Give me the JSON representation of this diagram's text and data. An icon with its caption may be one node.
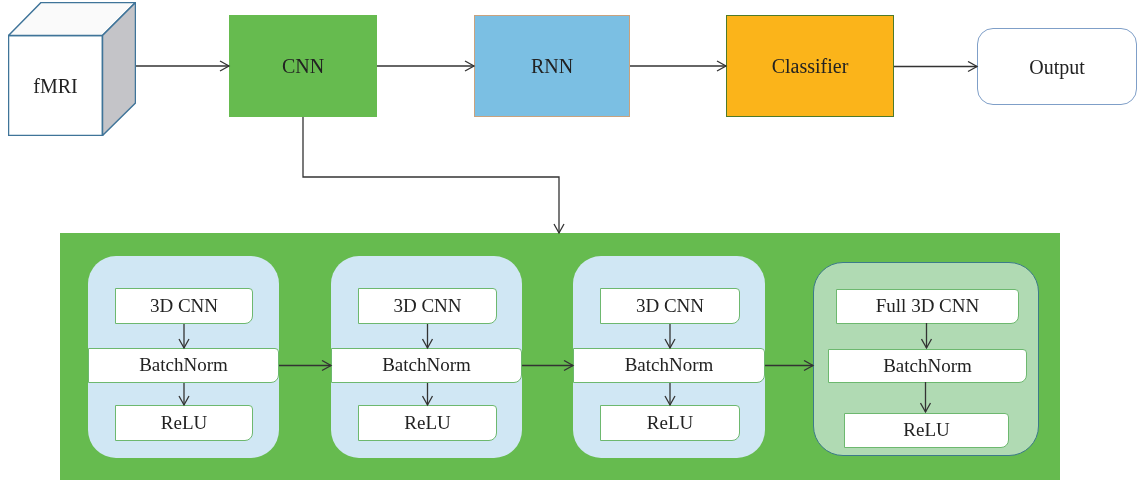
{
  "diagram": {
    "nodes": [
      {
        "text": [
          "fMRI"
        ]
      },
      {
        "text": [
          "CNN"
        ]
      },
      {
        "text": [
          "RNN"
        ]
      },
      {
        "text": [
          "Classifier"
        ]
      },
      {
        "text": [
          "Output"
        ]
      },
      {
        "text": [],
        "shape": "box"
      },
      {
        "text": [],
        "shape": "box",
        "in": 5
      },
      {
        "text": [
          "3D CNN"
        ],
        "in": 6
      },
      {
        "text": [
          "BatchNorm"
        ],
        "in": 6
      },
      {
        "text": [
          "ReLU"
        ],
        "in": 6
      },
      {
        "text": [],
        "shape": "box",
        "in": 5
      },
      {
        "text": [
          "3D CNN"
        ],
        "in": 10
      },
      {
        "text": [
          "BatchNorm"
        ],
        "in": 10
      },
      {
        "text": [
          "ReLU"
        ],
        "in": 10
      },
      {
        "text": [],
        "shape": "box",
        "in": 5
      },
      {
        "text": [
          "3D CNN"
        ],
        "in": 14
      },
      {
        "text": [
          "BatchNorm"
        ],
        "in": 14
      },
      {
        "text": [
          "ReLU"
        ],
        "in": 14
      },
      {
        "text": [],
        "shape": "box",
        "in": 5
      },
      {
        "text": [
          "Full 3D CNN"
        ],
        "in": 18
      },
      {
        "text": [
          "BatchNorm"
        ],
        "in": 18
      },
      {
        "text": [
          "ReLU"
        ],
        "in": 18
      }
    ],
    "edges": [
      {
        "from": 0,
        "to": 1,
        "arrow": "to"
      },
      {
        "from": 1,
        "to": 2,
        "arrow": "to"
      },
      {
        "from": 2,
        "to": 3,
        "arrow": "to"
      },
      {
        "from": 3,
        "to": 4,
        "arrow": "to"
      },
      {
        "from": 1,
        "to": 5,
        "arrow": "to"
      },
      {
        "from": 7,
        "to": 8,
        "arrow": "to"
      },
      {
        "from": 8,
        "to": 9,
        "arrow": "to"
      },
      {
        "from": 8,
        "to": 12,
        "arrow": "to"
      },
      {
        "from": 11,
        "to": 12,
        "arrow": "to"
      },
      {
        "from": 12,
        "to": 13,
        "arrow": "to"
      },
      {
        "from": 12,
        "to": 16,
        "arrow": "to"
      },
      {
        "from": 15,
        "to": 16,
        "arrow": "to"
      },
      {
        "from": 16,
        "to": 17,
        "arrow": "to"
      },
      {
        "from": 16,
        "to": 18,
        "arrow": "to"
      },
      {
        "from": 19,
        "to": 20,
        "arrow": "to"
      },
      {
        "from": 20,
        "to": 21,
        "arrow": "to"
      }
    ]
  }
}
